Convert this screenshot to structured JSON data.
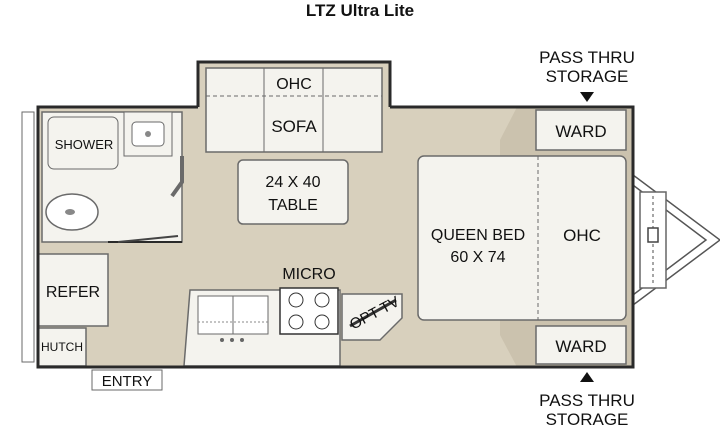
{
  "title": "LTZ Ultra Lite",
  "labels": {
    "ohc_sofa": "OHC",
    "sofa": "SOFA",
    "shower": "SHOWER",
    "table_line1": "24 X 40",
    "table_line2": "TABLE",
    "queen_bed_line1": "QUEEN BED",
    "queen_bed_line2": "60 X 74",
    "ohc_bed": "OHC",
    "ward_top": "WARD",
    "ward_bottom": "WARD",
    "micro": "MICRO",
    "opt_tv": "OPT TV",
    "refer": "REFER",
    "hutch": "HUTCH",
    "entry": "ENTRY",
    "pass_thru_top_line1": "PASS THRU",
    "pass_thru_top_line2": "STORAGE",
    "pass_thru_bottom_line1": "PASS THRU",
    "pass_thru_bottom_line2": "STORAGE"
  },
  "colors": {
    "floor": "#d8d0bd",
    "wall": "#2a2a2a",
    "fixture": "#f4f3ee",
    "fixture_stroke": "#6a6a6a"
  }
}
